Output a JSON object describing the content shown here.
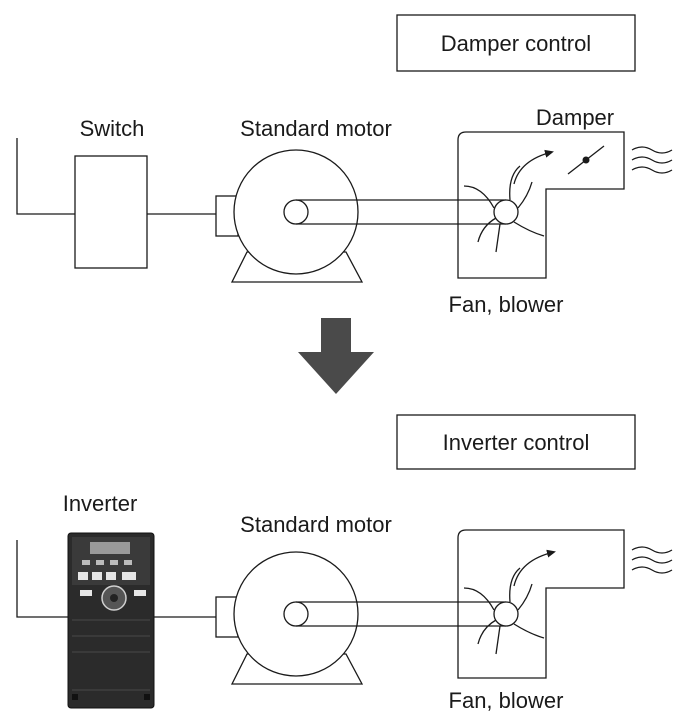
{
  "top": {
    "title": "Damper control",
    "switch_label": "Switch",
    "motor_label": "Standard motor",
    "damper_label": "Damper",
    "fan_label": "Fan, blower"
  },
  "bottom": {
    "title": "Inverter control",
    "inverter_label": "Inverter",
    "motor_label": "Standard motor",
    "fan_label": "Fan, blower"
  },
  "colors": {
    "line": "#1a1a1a",
    "arrow": "#4a4a4a",
    "inverter_body": "#2b2b2b"
  }
}
